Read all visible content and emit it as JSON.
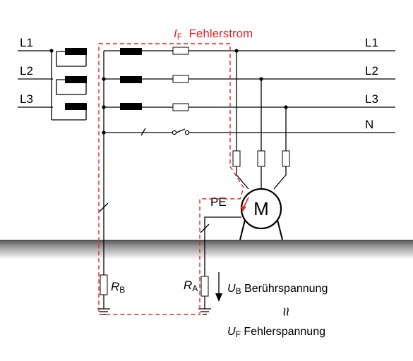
{
  "lines": {
    "left": [
      "L1",
      "L2",
      "L3"
    ],
    "right": [
      "L1",
      "L2",
      "L3",
      "N"
    ]
  },
  "fault": {
    "symbol": "I",
    "subscript": "F",
    "label": "Fehlerstrom"
  },
  "motor": {
    "label": "M"
  },
  "pe_label": "PE",
  "resistors": {
    "rb": {
      "symbol": "R",
      "subscript": "B"
    },
    "ra": {
      "symbol": "R",
      "subscript": "A"
    }
  },
  "voltages": {
    "ub": {
      "symbol": "U",
      "subscript": "B",
      "label": "Berührspannung"
    },
    "approx": "≈",
    "uf": {
      "symbol": "U",
      "subscript": "F",
      "label": "Fehlerspannung"
    }
  },
  "colors": {
    "fault": "#e8262b",
    "ground": "#6e6e6e"
  }
}
